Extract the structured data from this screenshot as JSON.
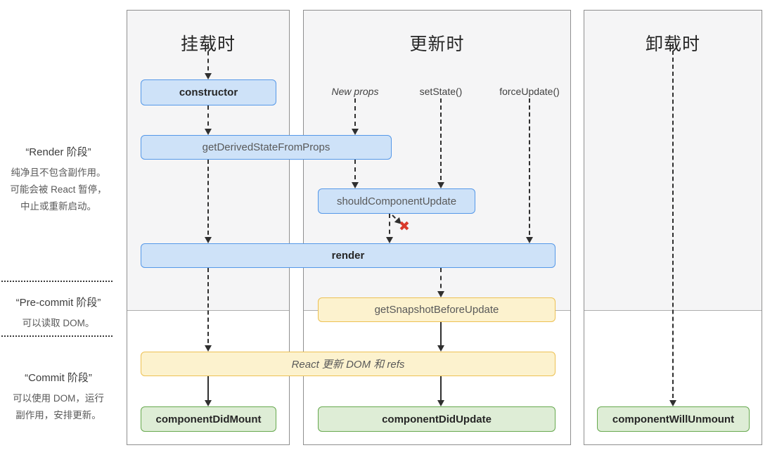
{
  "phases": {
    "render": {
      "title": "“Render 阶段”",
      "desc1": "纯净且不包含副作用。",
      "desc2": "可能会被 React 暂停，",
      "desc3": "中止或重新启动。"
    },
    "precommit": {
      "title": "“Pre-commit 阶段”",
      "desc1": "可以读取 DOM。"
    },
    "commit": {
      "title": "“Commit 阶段”",
      "desc1": "可以使用 DOM，运行",
      "desc2": "副作用，安排更新。"
    }
  },
  "columns": {
    "mount": {
      "title": "挂载时"
    },
    "update": {
      "title": "更新时"
    },
    "unmount": {
      "title": "卸载时"
    }
  },
  "triggers": {
    "new_props": "New props",
    "set_state": "setState()",
    "force_update": "forceUpdate()"
  },
  "nodes": {
    "constructor": "constructor",
    "get_derived_state_from_props": "getDerivedStateFromProps",
    "should_component_update": "shouldComponentUpdate",
    "render": "render",
    "get_snapshot_before_update": "getSnapshotBeforeUpdate",
    "react_updates_dom": "React 更新 DOM 和 refs",
    "component_did_mount": "componentDidMount",
    "component_did_update": "componentDidUpdate",
    "component_will_unmount": "componentWillUnmount"
  },
  "icons": {
    "stop": "✖"
  },
  "colors": {
    "blue_fill": "#cee2f8",
    "blue_border": "#5598e8",
    "yellow_fill": "#fcf2ce",
    "yellow_border": "#edc153",
    "green_fill": "#deedd6",
    "green_border": "#67a94e",
    "stop_red": "#d93a2b"
  }
}
